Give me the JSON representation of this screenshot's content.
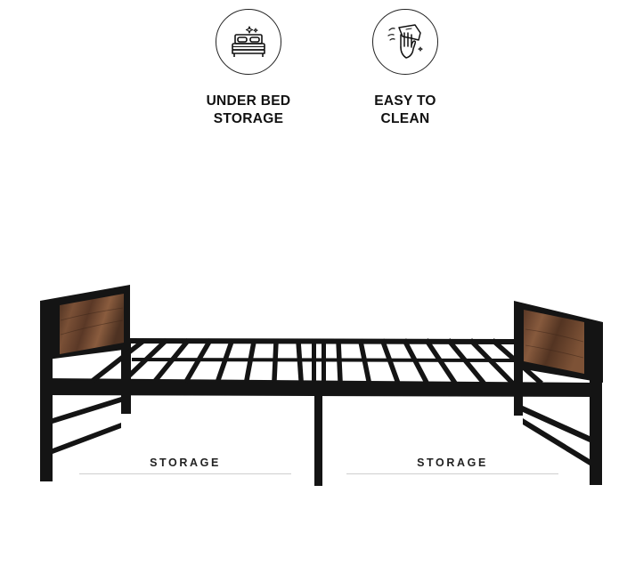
{
  "features": [
    {
      "label": "UNDER BED\nSTORAGE",
      "icon": "bed-icon"
    },
    {
      "label": "EASY TO\nCLEAN",
      "icon": "wiping-hand-icon"
    }
  ],
  "storage_labels": [
    "STORAGE",
    "STORAGE"
  ],
  "colors": {
    "frame": "#111111",
    "wood_dark": "#4a2f1f",
    "wood_light": "#7a5036",
    "divider": "#cfcfcf"
  }
}
